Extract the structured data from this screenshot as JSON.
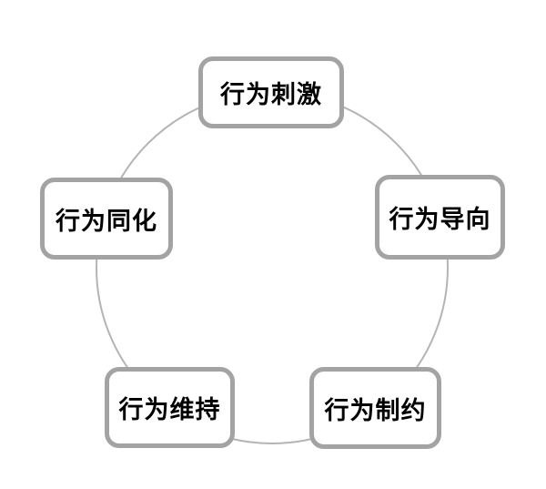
{
  "diagram": {
    "type": "cycle",
    "connector": {
      "shape": "circle",
      "color": "#b4b4b4"
    },
    "style": {
      "box_border_color": "#a3a3a3",
      "box_fill_color": "#ffffff",
      "text_color": "#000000",
      "background": "#ffffff"
    },
    "nodes": [
      {
        "id": "stimulus",
        "label": "行为刺激",
        "position": "top"
      },
      {
        "id": "orientation",
        "label": "行为导向",
        "position": "right"
      },
      {
        "id": "constraint",
        "label": "行为制约",
        "position": "bottom-right"
      },
      {
        "id": "maintenance",
        "label": "行为维持",
        "position": "bottom-left"
      },
      {
        "id": "assimilation",
        "label": "行为同化",
        "position": "left"
      }
    ]
  }
}
